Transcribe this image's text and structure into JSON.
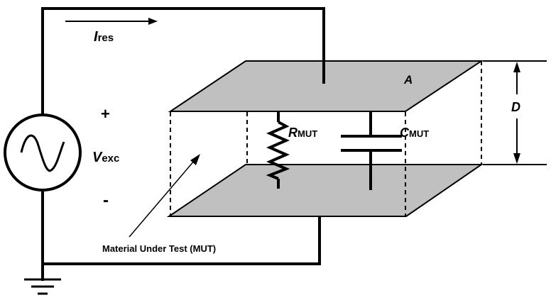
{
  "labels": {
    "current_main": "I",
    "current_sub": "res",
    "plus": "+",
    "minus": "-",
    "voltage_main": "V",
    "voltage_sub": "exc",
    "area": "A",
    "distance": "D",
    "resistor_main": "R",
    "resistor_sub": "MUT",
    "capacitor_main": "C",
    "capacitor_sub": "MUT",
    "material": "Material Under Test (MUT)"
  },
  "colors": {
    "line": "#000000",
    "plate": "#c0c0c0",
    "background": "#ffffff"
  },
  "icons": [
    "ac-source-icon",
    "ground-icon",
    "resistor-icon",
    "capacitor-icon",
    "arrow-icon"
  ]
}
